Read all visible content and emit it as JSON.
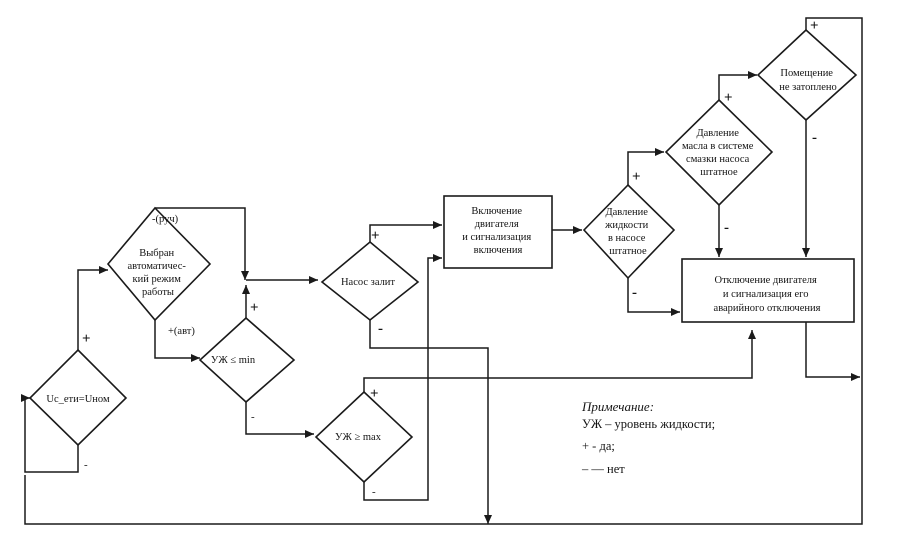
{
  "nodes": {
    "d_u": {
      "lines": [
        "Uс_ети=Uном"
      ]
    },
    "d_auto": {
      "lines": [
        "Выбран",
        "автоматичес-",
        "кий режим",
        "работы"
      ]
    },
    "d_min": {
      "lines": [
        "УЖ ≤  min"
      ]
    },
    "d_max": {
      "lines": [
        "УЖ ≥  max"
      ]
    },
    "d_pump": {
      "lines": [
        "Насос залит"
      ]
    },
    "p_on": {
      "lines": [
        "Включение",
        "двигателя",
        "и сигнализация",
        "включения"
      ]
    },
    "d_fluid": {
      "lines": [
        "Давление",
        "жидкости",
        "в насосе",
        "штатное"
      ]
    },
    "d_oil": {
      "lines": [
        "Давление",
        "масла в системе",
        "смазки  насоса",
        "штатное"
      ]
    },
    "d_room": {
      "lines": [
        "Помещение",
        "не затоплено"
      ]
    },
    "p_off": {
      "lines": [
        "Отключение двигателя",
        "и сигнализация его",
        "аварийного отключения"
      ]
    }
  },
  "marks": {
    "u_plus": "+",
    "u_minus": "-",
    "auto_manual": "-(руч)",
    "auto_auto": "+(авт)",
    "min_plus": "+",
    "min_minus": "-",
    "max_plus": "+",
    "max_minus": "-",
    "pump_plus": "+",
    "pump_minus": "-",
    "fluid_plus": "+",
    "fluid_minus": "-",
    "oil_plus": "+",
    "oil_minus": "-",
    "room_plus": "+",
    "room_minus": "-"
  },
  "note": {
    "title": "Примечание:",
    "line1": "УЖ – уровень жидкости;",
    "line2": "+ -  да;",
    "line3": "– —  нет"
  }
}
